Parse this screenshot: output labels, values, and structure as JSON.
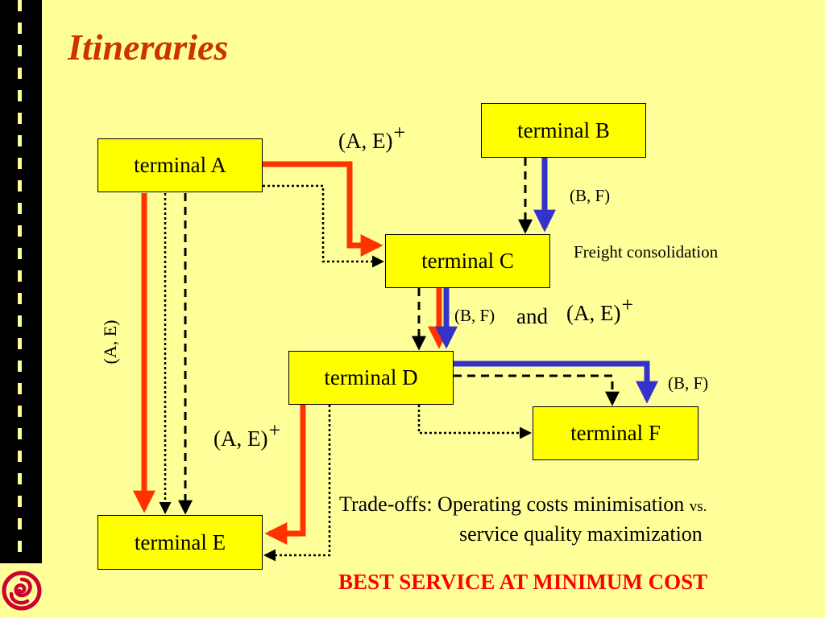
{
  "slide": {
    "title": "Itineraries",
    "colors": {
      "background": "#ffff99",
      "title": "#cc3300",
      "box_fill": "#ffff00",
      "flow_ae": "#ff3300",
      "flow_bf": "#3333cc",
      "stripe": "#000000",
      "logo": "#cc0033",
      "emphasis": "#ff0000"
    },
    "logo_icon": "spiral-logo-icon"
  },
  "terminals": {
    "a": "terminal A",
    "b": "terminal B",
    "c": "terminal C",
    "d": "terminal D",
    "e": "terminal E",
    "f": "terminal F"
  },
  "labels": {
    "ae_top": "(A, E)",
    "ae_top_sup": "+",
    "bf_b": "(B, F)",
    "consolidation": "Freight consolidation",
    "bf_c": "(B, F)",
    "and": "and",
    "ae_mid": "(A, E)",
    "ae_mid_sup": "+",
    "bf_d": "(B, F)",
    "ae_left": "(A, E)",
    "ae_bot": "(A, E)",
    "ae_bot_sup": "+"
  },
  "footer": {
    "tradeoff_line1": "Trade-offs: Operating costs minimisation",
    "tradeoff_vs": "vs.",
    "tradeoff_line2": "service quality maximization",
    "best_service": "BEST SERVICE AT MINIMUM COST"
  }
}
